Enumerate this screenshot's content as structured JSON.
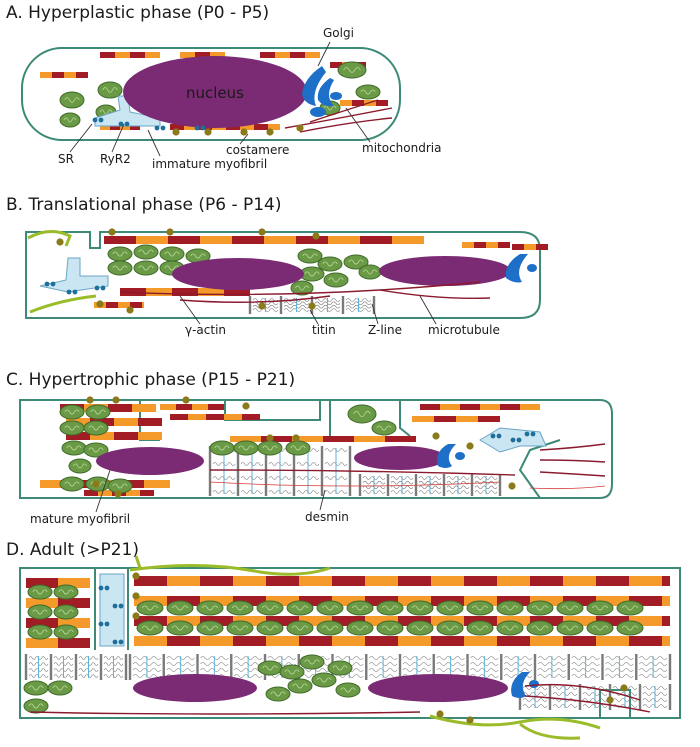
{
  "panels": [
    {
      "title": "A. Hyperplastic phase (P0 - P5)"
    },
    {
      "title": "B. Translational phase (P6 - P14)"
    },
    {
      "title": "C. Hypertrophic phase (P15 - P21)"
    },
    {
      "title": "D. Adult (>P21)"
    }
  ],
  "labels": {
    "nucleus": "nucleus",
    "golgi": "Golgi",
    "sr": "SR",
    "ryr2": "RyR2",
    "immature_myofibril": "immature myofibril",
    "costamere": "costamere",
    "mitochondria": "mitochondria",
    "gamma_actin": "γ-actin",
    "titin": "titin",
    "z_line": "Z-line",
    "microtubule": "microtubule",
    "mature_myofibril": "mature myofibril",
    "desmin": "desmin"
  },
  "colors": {
    "membrane": "#3d8a78",
    "sarcomere_dark": "#a11c24",
    "sarcomere_light": "#f39a2b",
    "mitochondria": "#6a9a45",
    "nucleus": "#7b2a74",
    "golgi": "#1d6fc7",
    "sr": "#c9e6f2",
    "ryr2": "#1f6f9c",
    "costamere": "#8a7a1a",
    "microtubule": "#8b1a2e",
    "titin": "#7a7a7a",
    "desmin": "#d43a3a",
    "laminin": "#9bbc2a"
  }
}
